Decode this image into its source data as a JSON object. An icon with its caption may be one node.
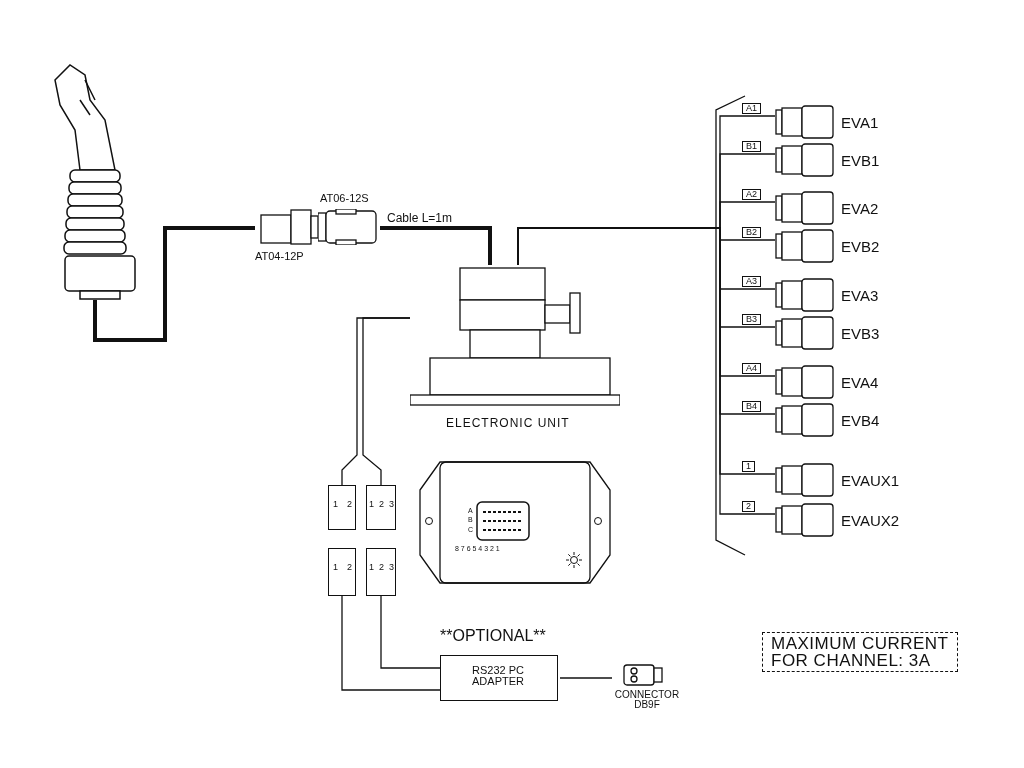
{
  "diagram": {
    "nodes": [
      {
        "text": [],
        "shape": "picture"
      },
      {
        "text": [
          "AT04-12P"
        ]
      },
      {
        "text": [
          "AT06-12S"
        ]
      },
      {
        "text": [
          "ELECTRONIC UNIT"
        ]
      },
      {
        "text": [
          "1",
          "2"
        ]
      },
      {
        "text": [
          "1",
          "2",
          "3"
        ]
      },
      {
        "text": [
          "1",
          "2"
        ]
      },
      {
        "text": [
          "1",
          "2",
          "3"
        ]
      },
      {
        "text": [
          "RS232 PC ADAPTER"
        ],
        "beside": [
          "**OPTIONAL**"
        ]
      },
      {
        "text": [
          "CONNECTOR DB9F"
        ]
      },
      {
        "text": [
          "EVA1"
        ]
      },
      {
        "text": [
          "EVB1"
        ]
      },
      {
        "text": [
          "EVA2"
        ]
      },
      {
        "text": [
          "EVB2"
        ]
      },
      {
        "text": [
          "EVA3"
        ]
      },
      {
        "text": [
          "EVB3"
        ]
      },
      {
        "text": [
          "EVA4"
        ]
      },
      {
        "text": [
          "EVB4"
        ]
      },
      {
        "text": [
          "EVAUX1"
        ]
      },
      {
        "text": [
          "EVAUX2"
        ]
      }
    ],
    "edges": [
      {
        "from": 0,
        "to": 1,
        "arrow": "none",
        "style": "thick"
      },
      {
        "from": 2,
        "to": 3,
        "arrow": "none",
        "style": "thick",
        "label": "Cable L=1m"
      },
      {
        "from": 3,
        "to": 10,
        "arrow": "none",
        "label": "A1"
      },
      {
        "from": 3,
        "to": 11,
        "arrow": "none",
        "label": "B1"
      },
      {
        "from": 3,
        "to": 12,
        "arrow": "none",
        "label": "A2"
      },
      {
        "from": 3,
        "to": 13,
        "arrow": "none",
        "label": "B2"
      },
      {
        "from": 3,
        "to": 14,
        "arrow": "none",
        "label": "A3"
      },
      {
        "from": 3,
        "to": 15,
        "arrow": "none",
        "label": "B3"
      },
      {
        "from": 3,
        "to": 16,
        "arrow": "none",
        "label": "A4"
      },
      {
        "from": 3,
        "to": 17,
        "arrow": "none",
        "label": "B4"
      },
      {
        "from": 3,
        "to": 18,
        "arrow": "none",
        "label": "1"
      },
      {
        "from": 3,
        "to": 19,
        "arrow": "none",
        "label": "2"
      },
      {
        "from": 3,
        "to": 4,
        "arrow": "none"
      },
      {
        "from": 3,
        "to": 5,
        "arrow": "none"
      },
      {
        "from": 6,
        "to": 8,
        "arrow": "none"
      },
      {
        "from": 7,
        "to": 8,
        "arrow": "none"
      },
      {
        "from": 8,
        "to": 9,
        "arrow": "none"
      }
    ],
    "labels": [
      "A",
      "B",
      "C",
      "8 7 6 5 4 3 2 1",
      "MAXIMUM CURRENT FOR CHANNEL: 3A"
    ]
  }
}
